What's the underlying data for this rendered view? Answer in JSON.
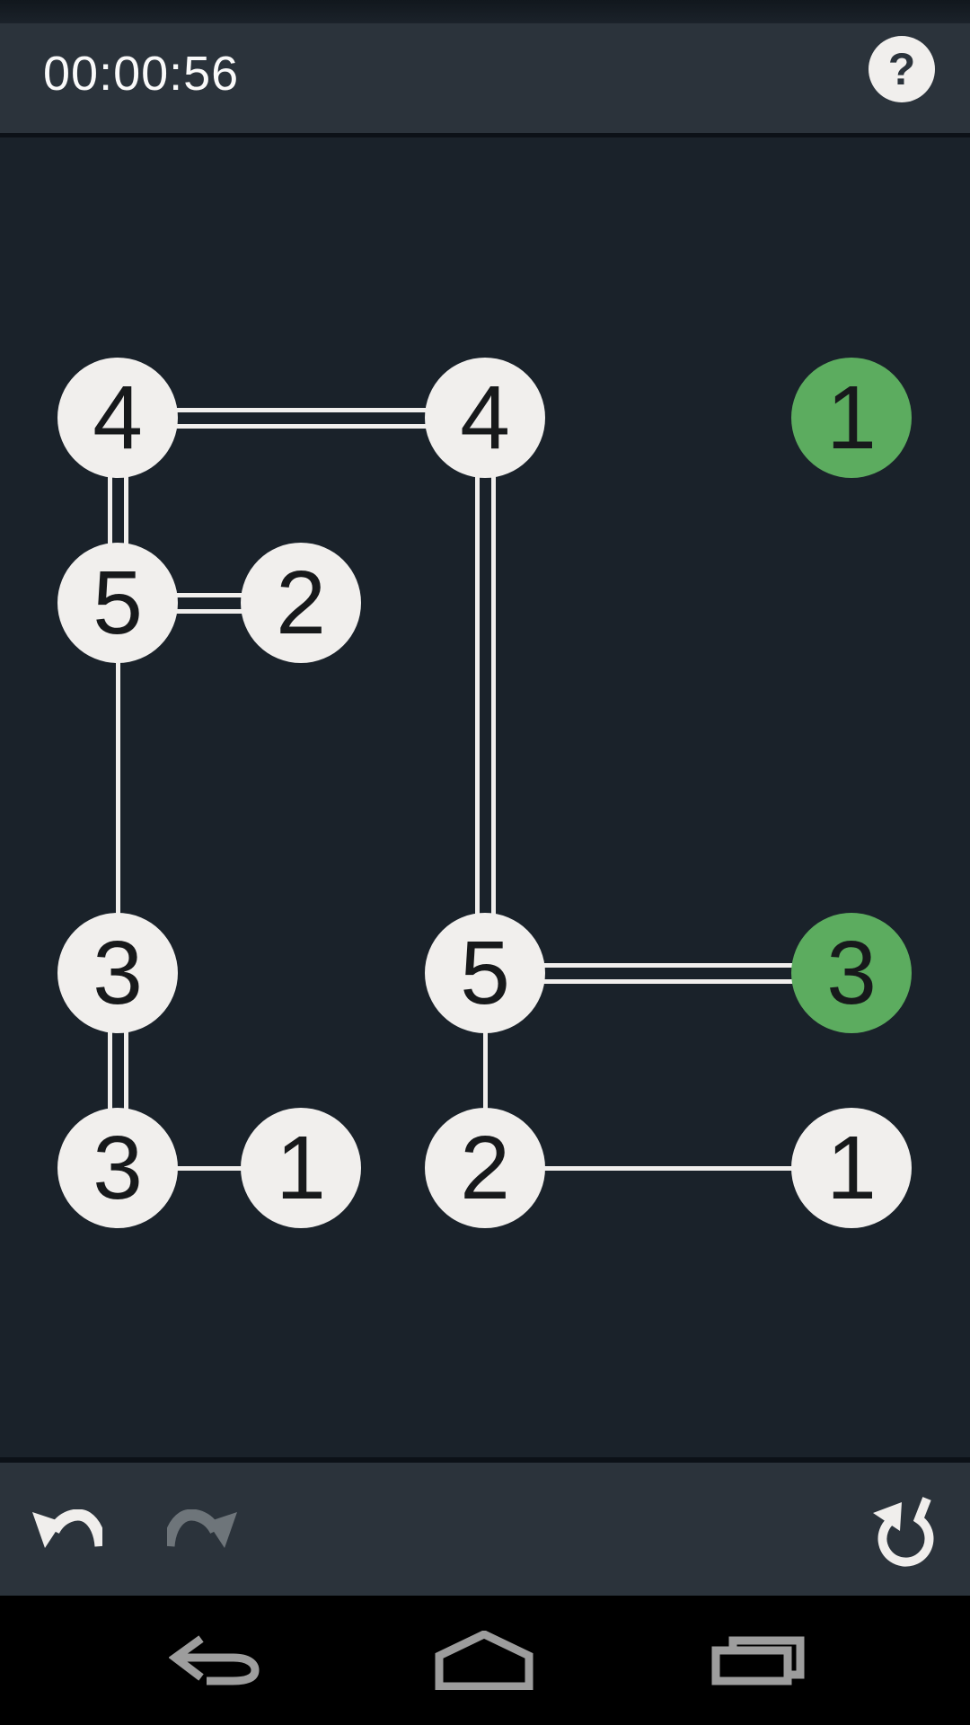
{
  "header": {
    "timer": "00:00:56",
    "help_glyph": "?"
  },
  "board": {
    "cols_x": [
      131,
      335,
      540,
      744,
      948
    ],
    "rows_y": [
      465,
      671,
      877,
      1083,
      1300
    ],
    "node_radius": 67,
    "bridge_thickness": 5,
    "double_line_gap": 18,
    "nodes": [
      {
        "id": "A",
        "col": 0,
        "row": 0,
        "value": 4,
        "complete": false
      },
      {
        "id": "B",
        "col": 2,
        "row": 0,
        "value": 4,
        "complete": false
      },
      {
        "id": "C",
        "col": 4,
        "row": 0,
        "value": 1,
        "complete": true
      },
      {
        "id": "D",
        "col": 0,
        "row": 1,
        "value": 5,
        "complete": false
      },
      {
        "id": "E",
        "col": 1,
        "row": 1,
        "value": 2,
        "complete": false
      },
      {
        "id": "F",
        "col": 0,
        "row": 3,
        "value": 3,
        "complete": false
      },
      {
        "id": "G",
        "col": 2,
        "row": 3,
        "value": 5,
        "complete": false
      },
      {
        "id": "H",
        "col": 4,
        "row": 3,
        "value": 3,
        "complete": true
      },
      {
        "id": "I",
        "col": 0,
        "row": 4,
        "value": 3,
        "complete": false
      },
      {
        "id": "J",
        "col": 1,
        "row": 4,
        "value": 1,
        "complete": false
      },
      {
        "id": "K",
        "col": 2,
        "row": 4,
        "value": 2,
        "complete": false
      },
      {
        "id": "L",
        "col": 4,
        "row": 4,
        "value": 1,
        "complete": false
      }
    ],
    "bridges": [
      {
        "from": "A",
        "to": "B",
        "count": 2
      },
      {
        "from": "A",
        "to": "D",
        "count": 2
      },
      {
        "from": "D",
        "to": "E",
        "count": 2
      },
      {
        "from": "D",
        "to": "F",
        "count": 1
      },
      {
        "from": "F",
        "to": "I",
        "count": 2
      },
      {
        "from": "I",
        "to": "J",
        "count": 1
      },
      {
        "from": "B",
        "to": "G",
        "count": 2
      },
      {
        "from": "G",
        "to": "H",
        "count": 2
      },
      {
        "from": "G",
        "to": "K",
        "count": 1
      },
      {
        "from": "K",
        "to": "L",
        "count": 1
      }
    ]
  },
  "toolbar": {
    "buttons": [
      {
        "name": "undo",
        "icon": "undo-icon",
        "enabled": true
      },
      {
        "name": "redo",
        "icon": "redo-icon",
        "enabled": false
      },
      {
        "name": "restart",
        "icon": "restart-icon",
        "enabled": true
      }
    ]
  },
  "navbar": {
    "buttons": [
      {
        "name": "back",
        "icon": "back-icon"
      },
      {
        "name": "home",
        "icon": "home-icon"
      },
      {
        "name": "recents",
        "icon": "recents-icon"
      }
    ]
  },
  "colors": {
    "app_background": "#1a222a",
    "status_bar": "#161d23",
    "action_bar": "#2b333b",
    "divider": "#0c1117",
    "toolbar": "#2b333b",
    "nav_bar": "#000000",
    "node_fill": "#f1efed",
    "node_complete": "#5cac5f",
    "node_digit": "#17191b",
    "bridge": "#f1efed",
    "timer_text": "#fafafa",
    "icon_enabled": "#f0eeec",
    "icon_disabled": "#6e757a",
    "nav_icon": "#9d9d9d"
  }
}
